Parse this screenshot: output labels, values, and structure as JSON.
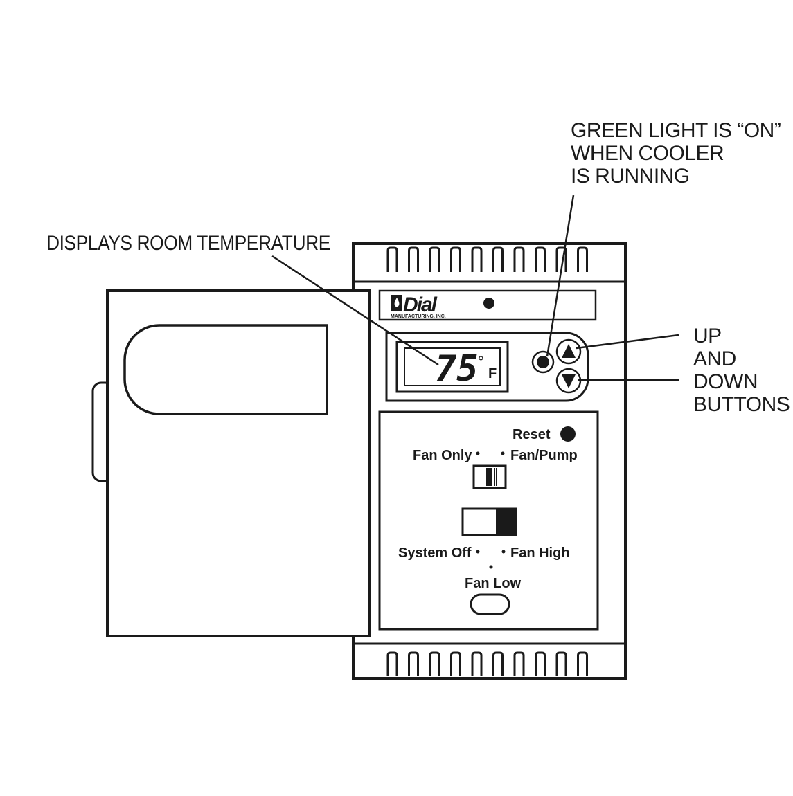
{
  "callouts": {
    "green_light": [
      "GREEN LIGHT IS “ON”",
      "WHEN COOLER",
      "IS RUNNING"
    ],
    "display": "DISPLAYS ROOM TEMPERATURE",
    "buttons": [
      "UP",
      "AND",
      "DOWN",
      "BUTTONS"
    ]
  },
  "brand": {
    "name": "Dial",
    "subtitle": "MANUFACTURING, INC."
  },
  "display": {
    "temperature": "75",
    "degree_symbol": "°",
    "unit": "F"
  },
  "controls": {
    "reset_label": "Reset",
    "pump_switch": {
      "left_label": "Fan Only",
      "right_label": "Fan/Pump"
    },
    "system_switch": {
      "left_label": "System Off",
      "right_label": "Fan High",
      "bottom_label": "Fan Low"
    }
  },
  "colors": {
    "ink": "#1a1a1a",
    "background": "#ffffff"
  }
}
